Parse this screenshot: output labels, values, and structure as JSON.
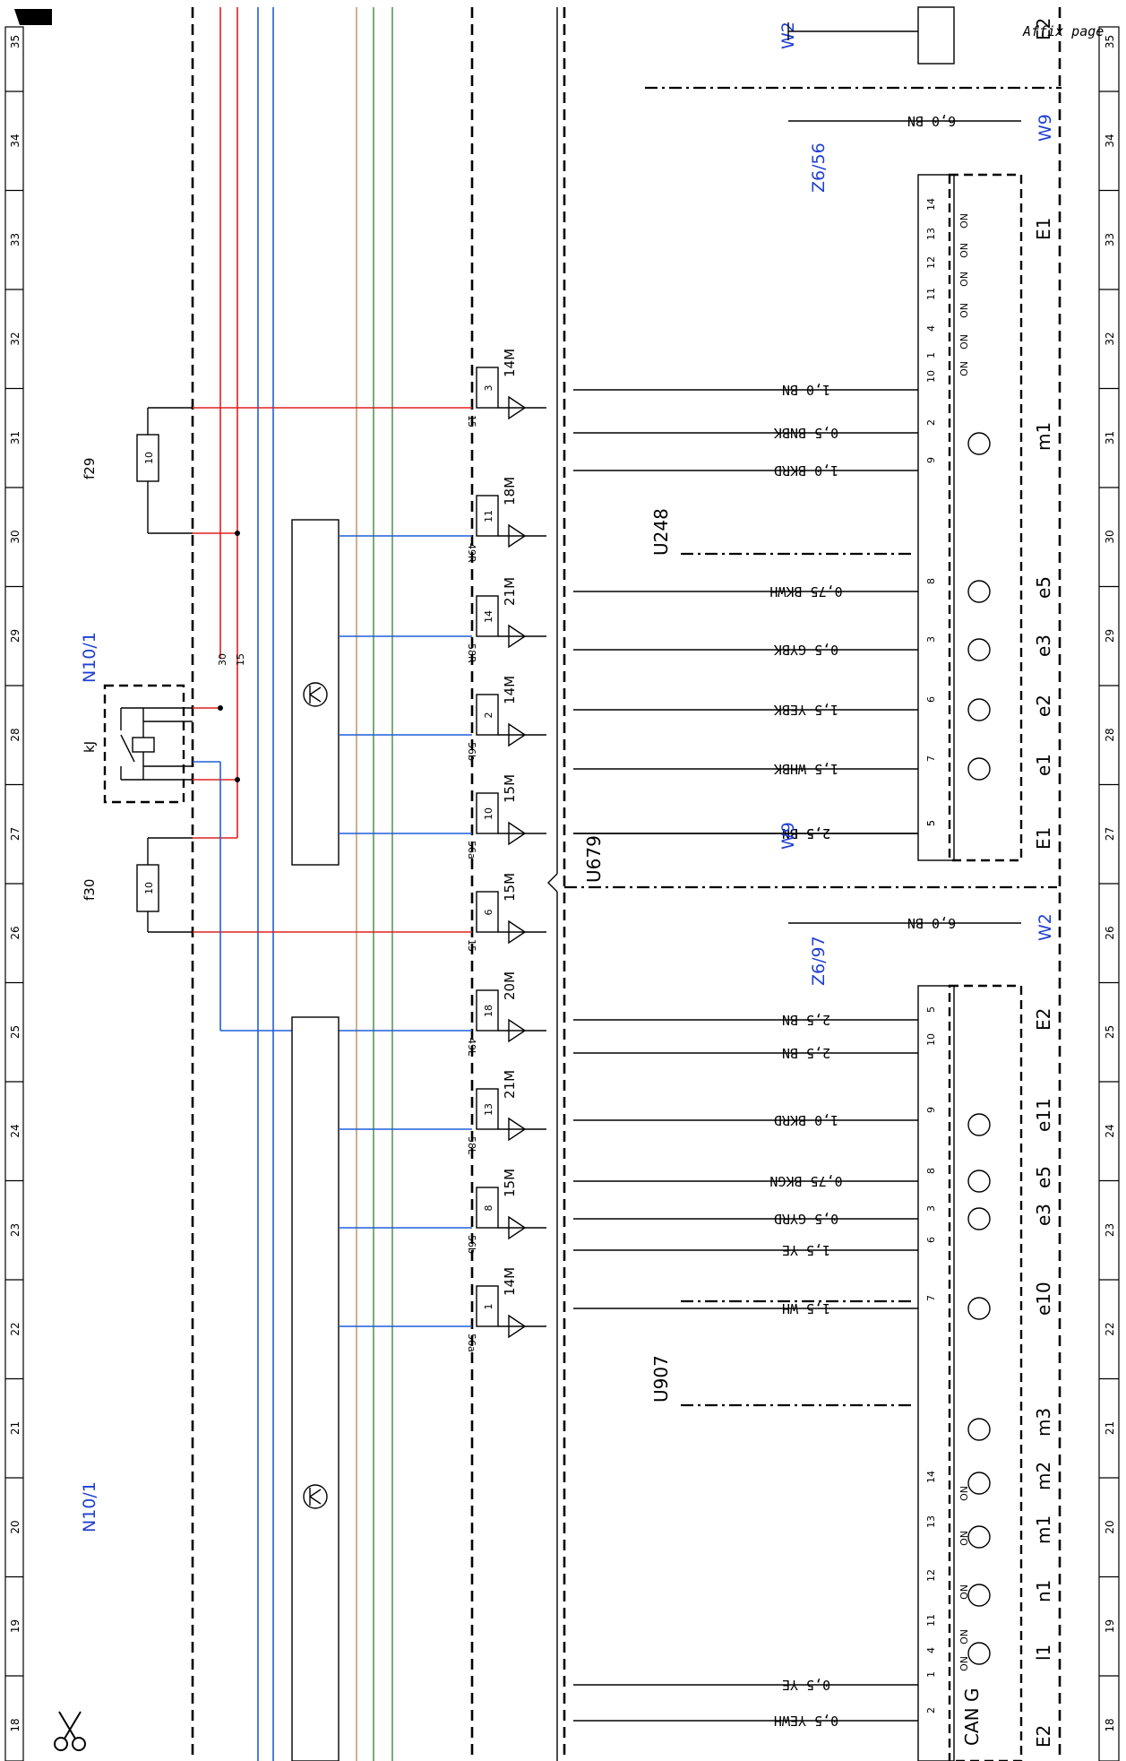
{
  "header": {
    "affix_label": "Affix page"
  },
  "ruler": {
    "numbers": [
      "18",
      "19",
      "20",
      "21",
      "22",
      "23",
      "24",
      "25",
      "26",
      "27",
      "28",
      "29",
      "30",
      "31",
      "32",
      "33",
      "34",
      "35"
    ]
  },
  "fuses": [
    {
      "name": "f29",
      "rating": "10"
    },
    {
      "name": "f30",
      "rating": "10"
    }
  ],
  "relay": {
    "name": "kJ",
    "module": "N10/1",
    "pin_30": "30",
    "pin_15": "15"
  },
  "module_bottom": "N10/1",
  "connector_pins": [
    {
      "pin": "3",
      "signal": "15",
      "rating": "14M"
    },
    {
      "pin": "11",
      "signal": "49R",
      "rating": "18M"
    },
    {
      "pin": "14",
      "signal": "58R",
      "rating": "21M"
    },
    {
      "pin": "2",
      "signal": "56b",
      "rating": "14M"
    },
    {
      "pin": "10",
      "signal": "56a",
      "rating": "15M"
    },
    {
      "pin": "6",
      "signal": "15",
      "rating": "15M"
    },
    {
      "pin": "18",
      "signal": "49L",
      "rating": "20M"
    },
    {
      "pin": "13",
      "signal": "58L",
      "rating": "21M"
    },
    {
      "pin": "8",
      "signal": "56b",
      "rating": "15M"
    },
    {
      "pin": "1",
      "signal": "56a",
      "rating": "14M"
    }
  ],
  "harnesses": {
    "u679": "U679",
    "u248": "U248",
    "u907": "U907"
  },
  "grounds": {
    "w2_top": "W2",
    "w9_top": "W9",
    "w9_mid": "W9",
    "w2_mid": "W2",
    "z6_56": "Z6/56",
    "z6_97": "Z6/97"
  },
  "unit_e1": {
    "label": "E1",
    "wires": [
      {
        "pin": "5",
        "wire": "2,5 BN"
      },
      {
        "pin": "10",
        "wire": "1,0 BN"
      },
      {
        "pin": "2",
        "wire": "0,5 BNBK"
      },
      {
        "pin": "9",
        "wire": "1,0 BKRD"
      },
      {
        "pin": "8",
        "wire": "0,75 BKWH"
      },
      {
        "pin": "3",
        "wire": "0,5 GYBK"
      },
      {
        "pin": "6",
        "wire": "1,5 YEBK"
      },
      {
        "pin": "7",
        "wire": "1,5 WHBK"
      },
      {
        "pin": "5",
        "wire": "2,5 BN"
      }
    ],
    "ground_wire": "6,0 BN",
    "no_pins": [
      "14",
      "13",
      "12",
      "11",
      "4",
      "1"
    ],
    "no_label": "NO",
    "components": [
      "m1",
      "e5",
      "e3",
      "e2",
      "e1"
    ]
  },
  "unit_e2": {
    "label": "E2",
    "wires": [
      {
        "pin": "5",
        "wire": "2,5 BN"
      },
      {
        "pin": "10",
        "wire": "2,5 BN"
      },
      {
        "pin": "9",
        "wire": "1,0 BKRD"
      },
      {
        "pin": "8",
        "wire": "0,75 BKGN"
      },
      {
        "pin": "3",
        "wire": "0,5 GYRD"
      },
      {
        "pin": "6",
        "wire": "1,5 YE"
      },
      {
        "pin": "7",
        "wire": "1,5 WH"
      },
      {
        "pin": "1",
        "wire": "0,5 YE"
      },
      {
        "pin": "2",
        "wire": "0,5 YEWH"
      }
    ],
    "ground_wire": "6,0 BN",
    "no_pins": [
      "14",
      "13",
      "12",
      "11",
      "4"
    ],
    "no_label": "NO",
    "components": [
      "e11",
      "e5",
      "e3",
      "e10",
      "m3",
      "m2",
      "m1",
      "n1",
      "l1"
    ],
    "can_label": "CAN G"
  }
}
